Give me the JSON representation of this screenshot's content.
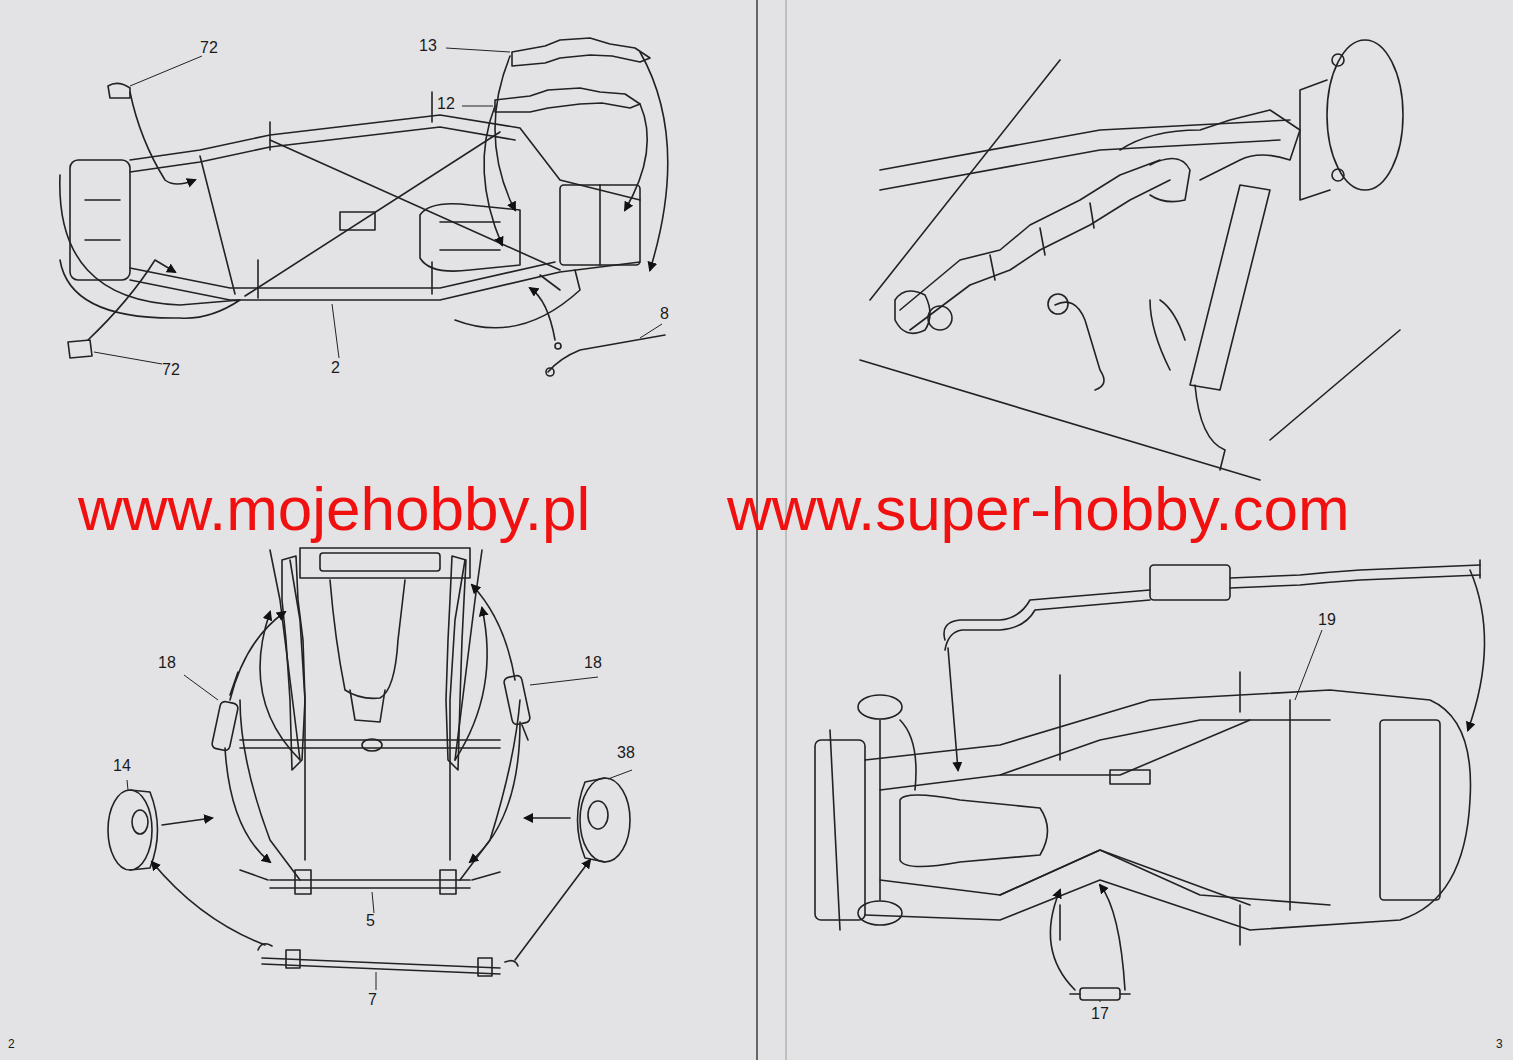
{
  "diagram": {
    "labels": [
      "72",
      "13",
      "12",
      "72",
      "2",
      "8",
      "18",
      "18",
      "14",
      "38",
      "5",
      "7",
      "19",
      "17",
      "2",
      "3",
      "www.mojehobby.pl",
      "www.super-hobby.com"
    ]
  }
}
